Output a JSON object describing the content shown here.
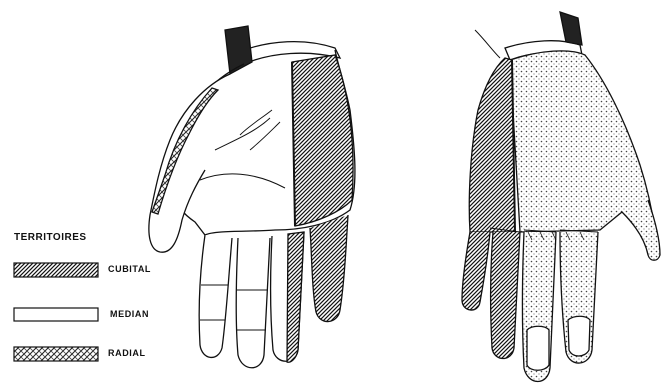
{
  "legend": {
    "title": "TERRITOIRES",
    "items": [
      {
        "label": "CUBITAL",
        "pattern": "dense-hatch"
      },
      {
        "label": "MEDIAN",
        "pattern": "blank"
      },
      {
        "label": "RADIAL",
        "pattern": "cross-hatch"
      }
    ]
  },
  "colors": {
    "ink": "#111111",
    "background": "#ffffff"
  }
}
